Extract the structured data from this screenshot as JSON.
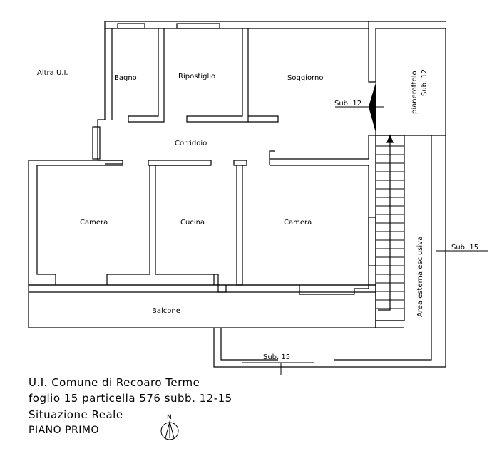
{
  "plan": {
    "rooms": {
      "bagno": "Bagno",
      "ripostiglio": "Ripostiglio",
      "soggiorno": "Soggiorno",
      "corridoio": "Corridoio",
      "camera_left": "Camera",
      "cucina": "Cucina",
      "camera_right": "Camera",
      "balcone": "Balcone",
      "pianerottolo": "pianerottolo",
      "area_esterna": "Area esterna esclusiva"
    },
    "labels": {
      "altra_ui": "Altra U.I.",
      "sub12_stair": "Sub. 12",
      "sub12_door": "Sub. 12",
      "sub15_right": "Sub. 15",
      "sub15_bottom": "Sub. 15",
      "north": "N"
    }
  },
  "caption": {
    "line1": "U.I. Comune di Recoaro Terme",
    "line2": "foglio 15 particella 576 subb. 12-15",
    "line3": "Situazione Reale",
    "line4": "PIANO PRIMO"
  }
}
